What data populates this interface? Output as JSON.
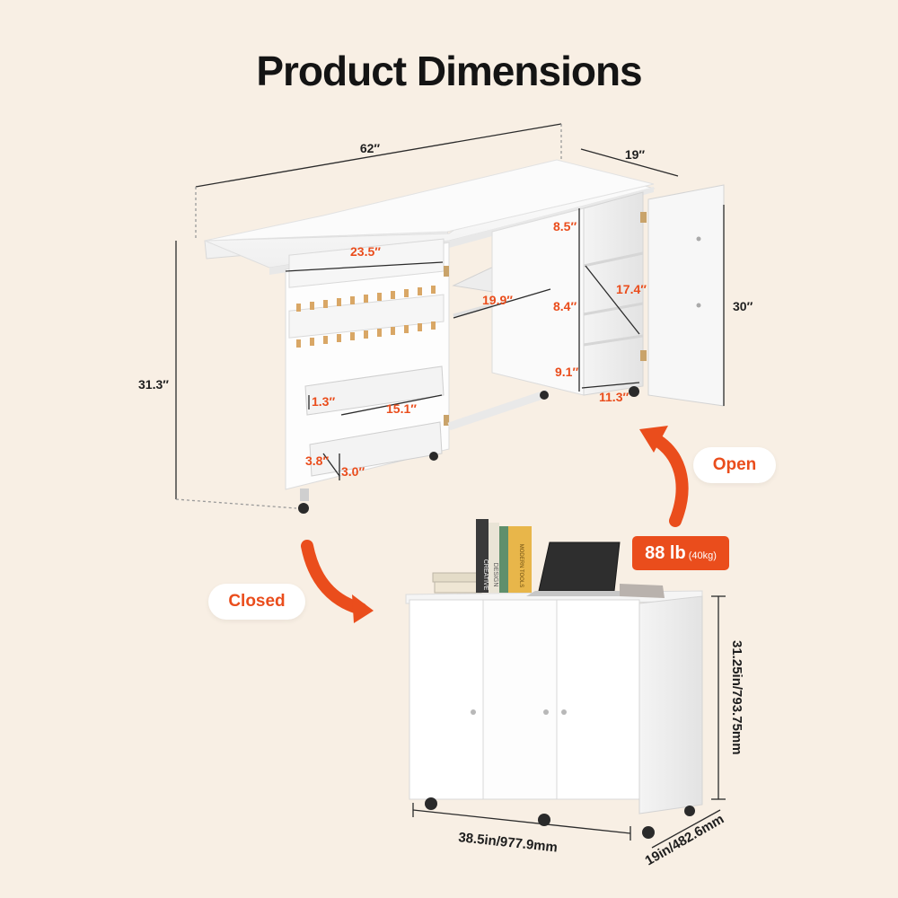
{
  "title": "Product Dimensions",
  "labels": {
    "overall_width": "62″",
    "top_depth": "19″",
    "overall_height": "31.3″",
    "door_height": "30″",
    "drawer_width": "23.5″",
    "tray_width": "19.9″",
    "shelf_h1": "8.5″",
    "shelf_h2": "8.4″",
    "shelf_h3": "9.1″",
    "shelf_diag": "17.4″",
    "shelf_width": "11.3″",
    "pocket_h": "1.3″",
    "pocket_w": "15.1″",
    "bin_h": "3.8″",
    "bin_d": "3.0″"
  },
  "closed": {
    "width": "38.5in/977.9mm",
    "depth": "19in/482.6mm",
    "height": "31.25in/793.75mm"
  },
  "badges": {
    "open": "Open",
    "closed": "Closed",
    "weight": "88 lb",
    "weight_metric": "(40kg)"
  },
  "book_titles": [
    "CREATIVE",
    "DESIGN",
    "MODERN TOOLS"
  ],
  "colors": {
    "background": "#f8efe4",
    "accent": "#ea4d1c",
    "furniture": "#ffffff",
    "dimension_line": "#2b2b2b"
  }
}
